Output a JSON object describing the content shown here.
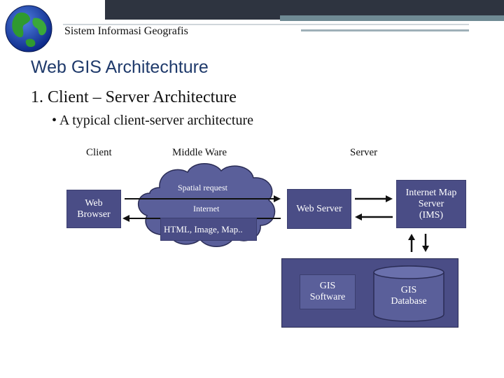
{
  "header": {
    "title": "Sistem Informasi Geografis",
    "logo_icon": "globe-icon"
  },
  "slide": {
    "title": "Web GIS Architechture",
    "heading": "1.  Client – Server Architecture",
    "bullet": "• A typical client-server architecture"
  },
  "diagram": {
    "col_client": "Client",
    "col_middleware": "Middle Ware",
    "col_server": "Server",
    "web_browser": "Web\nBrowser",
    "cloud_spatial_request": "Spatial request",
    "cloud_internet": "Internet",
    "cloud_response": "HTML, Image, Map..",
    "web_server": "Web Server",
    "ims": "Internet Map\nServer\n(IMS)",
    "gis_software": "GIS\nSoftware",
    "gis_database": "GIS\nDatabase"
  },
  "colors": {
    "box": "#4a4d86",
    "title": "#1f3a6b",
    "header_bar": "#2e3440"
  }
}
